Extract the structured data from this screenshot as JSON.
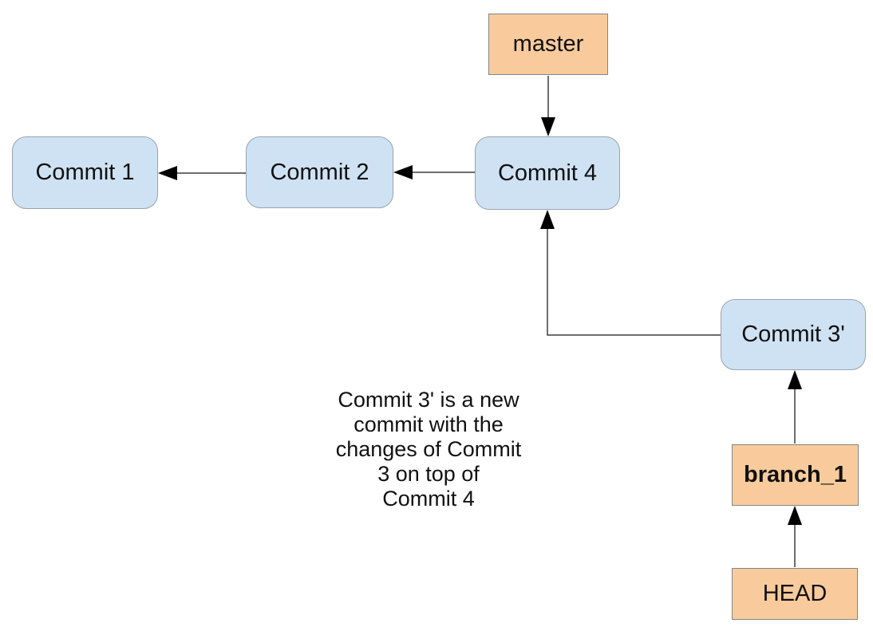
{
  "diagram": {
    "nodes": {
      "commit1": {
        "label": "Commit 1"
      },
      "commit2": {
        "label": "Commit 2"
      },
      "commit4": {
        "label": "Commit 4"
      },
      "commit3p": {
        "label": "Commit 3'"
      },
      "master": {
        "label": "master"
      },
      "branch1": {
        "label": "branch_1"
      },
      "head": {
        "label": "HEAD"
      }
    },
    "edges": [
      {
        "from": "master",
        "to": "commit4"
      },
      {
        "from": "commit2",
        "to": "commit1"
      },
      {
        "from": "commit4",
        "to": "commit2"
      },
      {
        "from": "commit3p",
        "to": "commit4"
      },
      {
        "from": "branch1",
        "to": "commit3p"
      },
      {
        "from": "head",
        "to": "branch1"
      }
    ],
    "annotation": {
      "lines": [
        "Commit 3' is a new",
        "commit with the",
        "changes of Commit",
        "3 on top of",
        "Commit 4"
      ]
    },
    "colors": {
      "commit_fill": "#cfe2f3",
      "commit_border": "#99a3ac",
      "pointer_fill": "#f9cb9c",
      "pointer_border": "#848484",
      "arrow_line": "#3d3d3d",
      "arrow_head": "#000000",
      "background": "#ffffff"
    }
  }
}
